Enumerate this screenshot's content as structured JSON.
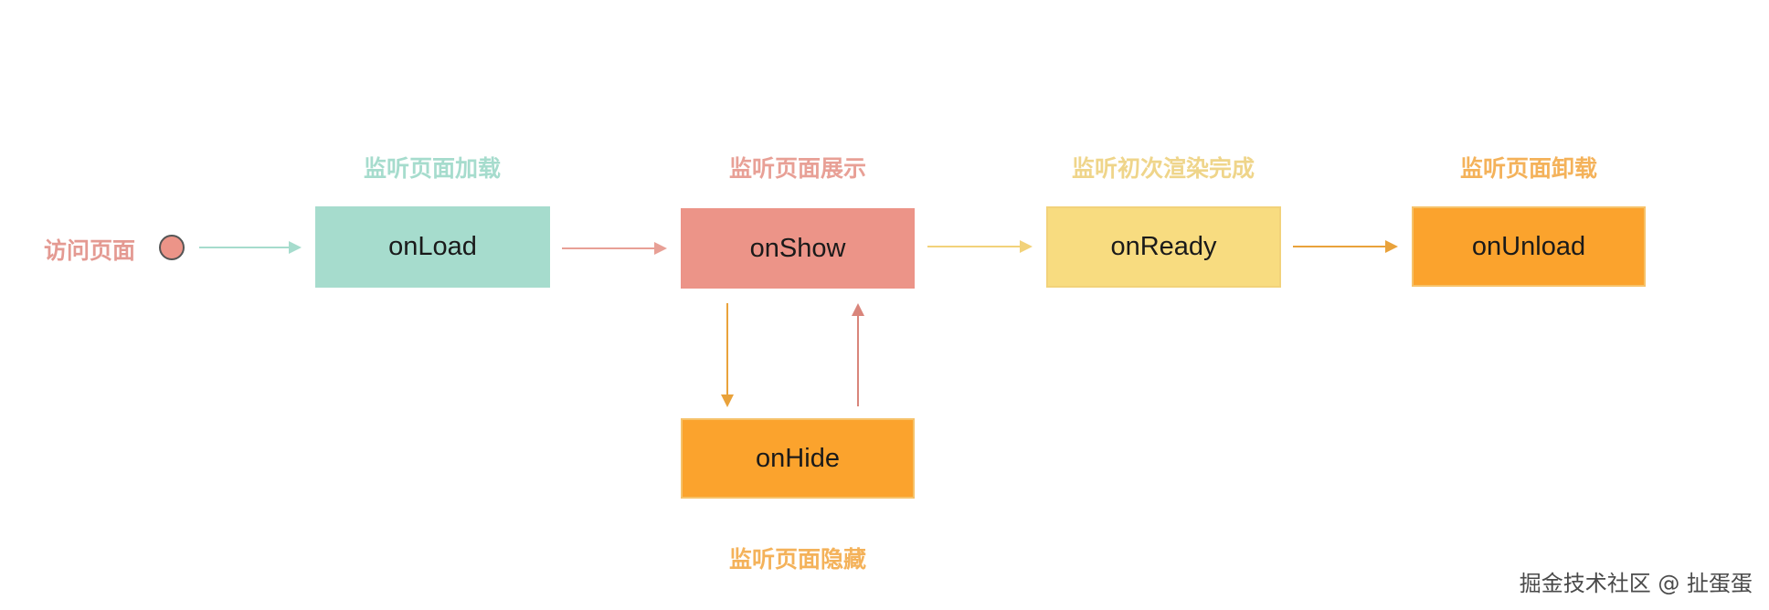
{
  "start": {
    "label": "访问页面",
    "dot_color": "#ec9488"
  },
  "nodes": {
    "onLoad": {
      "label": "onLoad",
      "caption": "监听页面加载",
      "color": "#a6dccd"
    },
    "onShow": {
      "label": "onShow",
      "caption": "监听页面展示",
      "color": "#ec9488"
    },
    "onReady": {
      "label": "onReady",
      "caption": "监听初次渲染完成",
      "color": "#f8dc80"
    },
    "onUnload": {
      "label": "onUnload",
      "caption": "监听页面卸载",
      "color": "#fba32d"
    },
    "onHide": {
      "label": "onHide",
      "caption": "监听页面隐藏",
      "color": "#fba32d"
    }
  },
  "edges": [
    {
      "from": "start",
      "to": "onLoad",
      "color": "#a6dccd"
    },
    {
      "from": "onLoad",
      "to": "onShow",
      "color": "#e8a096"
    },
    {
      "from": "onShow",
      "to": "onReady",
      "color": "#f2d27a"
    },
    {
      "from": "onReady",
      "to": "onUnload",
      "color": "#e9a23b"
    },
    {
      "from": "onShow",
      "to": "onHide",
      "color": "#e9a23b"
    },
    {
      "from": "onHide",
      "to": "onShow",
      "color": "#d9857b"
    }
  ],
  "watermark": "掘金技术社区 @ 扯蛋蛋"
}
